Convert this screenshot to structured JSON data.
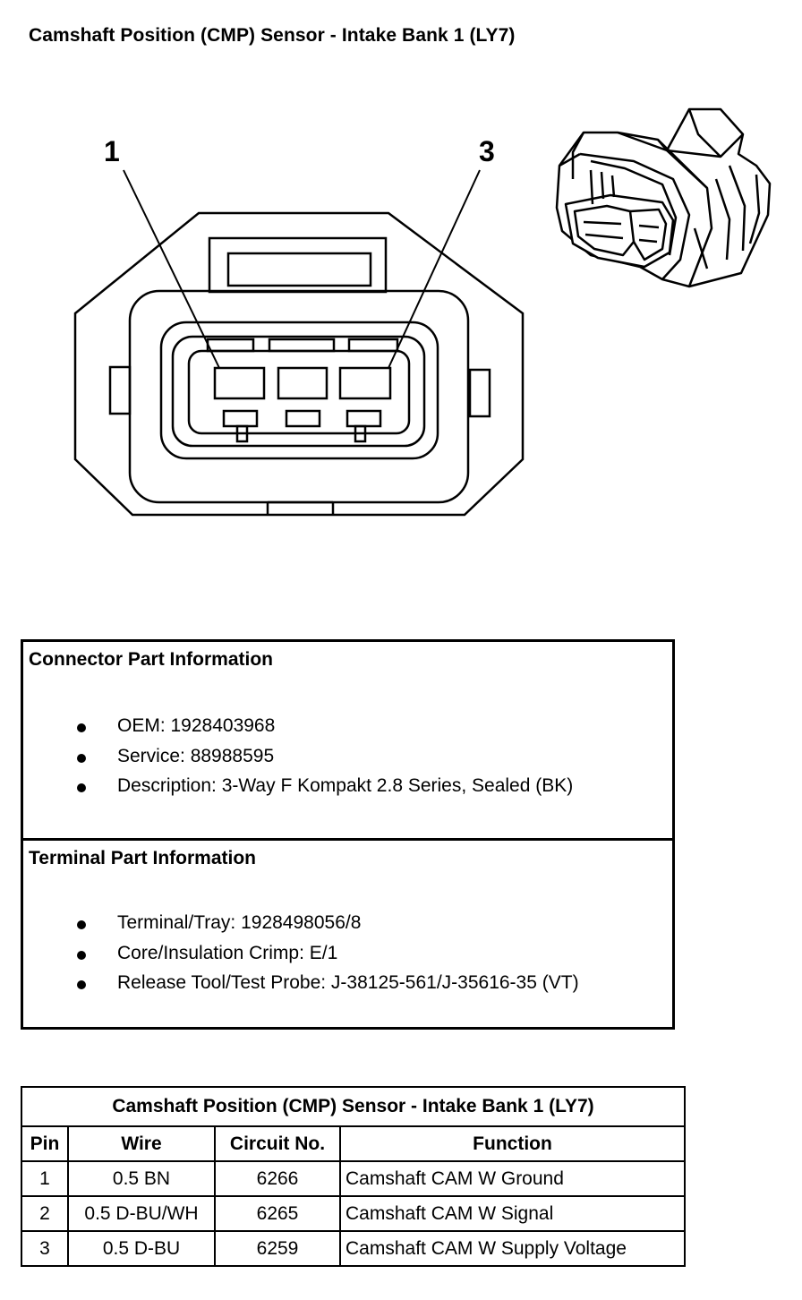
{
  "title": "Camshaft Position (CMP) Sensor - Intake Bank 1 (LY7)",
  "diagram": {
    "pin_labels": [
      "1",
      "3"
    ]
  },
  "connector_info": {
    "heading": "Connector Part Information",
    "items": [
      "OEM: 1928403968",
      "Service: 88988595",
      "Description: 3-Way F Kompakt 2.8 Series, Sealed (BK)"
    ]
  },
  "terminal_info": {
    "heading": "Terminal Part Information",
    "items": [
      "Terminal/Tray: 1928498056/8",
      "Core/Insulation Crimp: E/1",
      "Release Tool/Test Probe: J-38125-561/J-35616-35 (VT)"
    ]
  },
  "pin_table": {
    "caption": "Camshaft Position (CMP) Sensor - Intake Bank 1 (LY7)",
    "headers": [
      "Pin",
      "Wire",
      "Circuit No.",
      "Function"
    ],
    "rows": [
      [
        "1",
        "0.5 BN",
        "6266",
        "Camshaft CAM W Ground"
      ],
      [
        "2",
        "0.5 D-BU/WH",
        "6265",
        "Camshaft CAM W Signal"
      ],
      [
        "3",
        "0.5 D-BU",
        "6259",
        "Camshaft CAM W Supply Voltage"
      ]
    ]
  }
}
